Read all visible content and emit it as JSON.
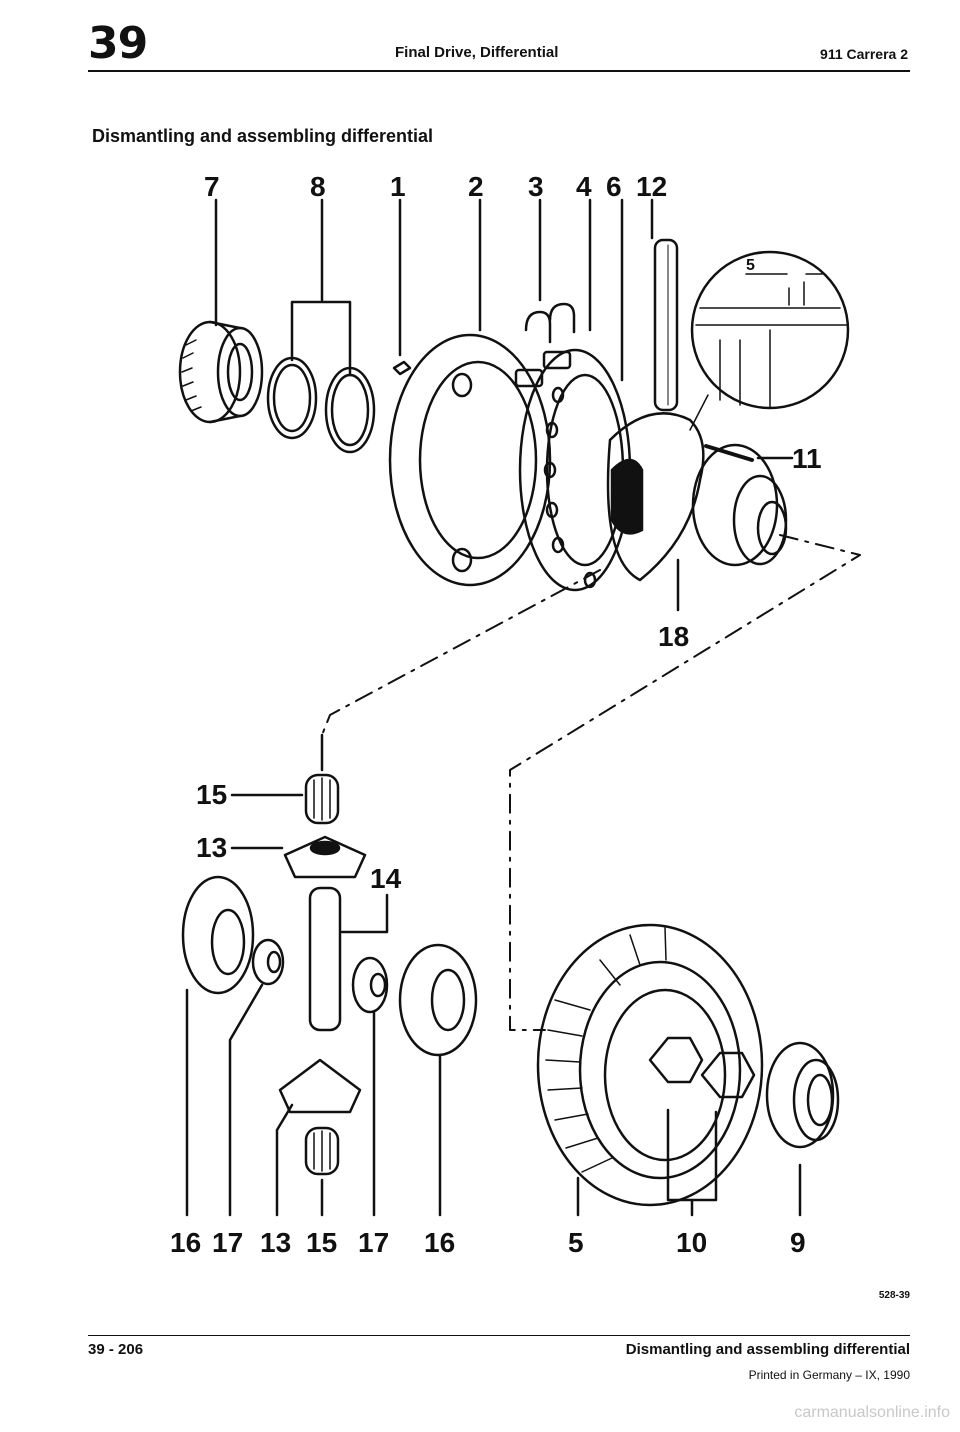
{
  "header": {
    "chapter": "39",
    "title": "Final Drive, Differential",
    "model": "911 Carrera 2"
  },
  "section_title": "Dismantling and assembling differential",
  "diagram": {
    "callouts_top": [
      "7",
      "8",
      "1",
      "2",
      "3",
      "4",
      "6",
      "12"
    ],
    "callout_11": "11",
    "callout_18": "18",
    "detail_dimension": "5",
    "callout_15": "15",
    "callout_13": "13",
    "callout_14": "14",
    "callouts_bottom_left": [
      "16",
      "17",
      "13",
      "15",
      "17",
      "16"
    ],
    "callouts_bottom_right": [
      "5",
      "10",
      "9"
    ]
  },
  "figure_code": "528-39",
  "footer": {
    "page_number": "39 - 206",
    "title": "Dismantling and assembling differential",
    "printed": "Printed in Germany – IX, 1990"
  },
  "watermark": "carmanualsonline.info"
}
